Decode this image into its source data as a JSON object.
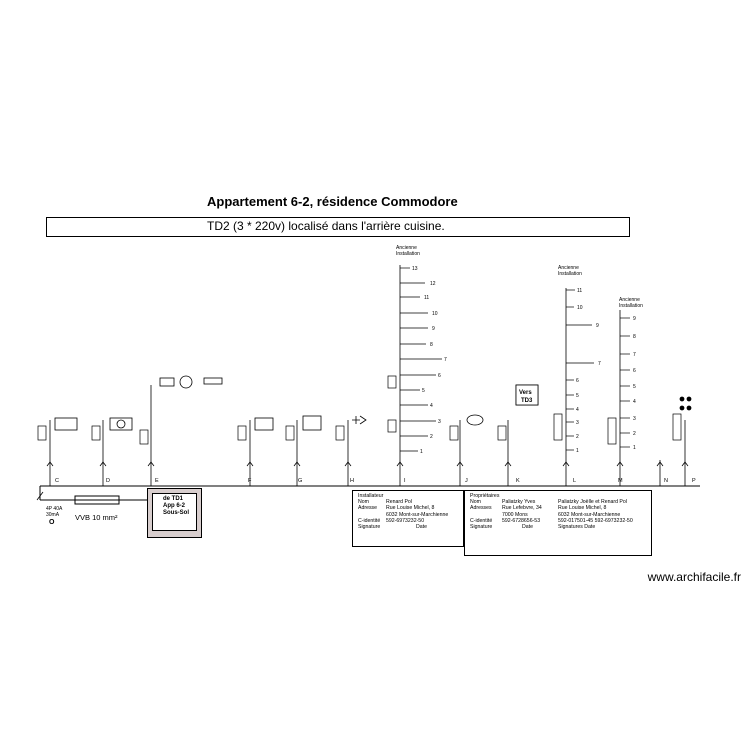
{
  "title": "Appartement 6-2, résidence Commodore",
  "subtitle": "TD2  (3 * 220v) localisé dans l'arrière cuisine.",
  "watermark": "www.archifacile.fr",
  "main_breaker": {
    "line1": "4P 40A",
    "line2": "30mA",
    "letter": "O"
  },
  "cable_label": "VVB 10 mm²",
  "source_box": {
    "line1": "de  TD1",
    "line2": "App 6-2",
    "line3": "Sous-Sol"
  },
  "old_installation_label_1": "Ancienne",
  "old_installation_label_2": "Installation",
  "vers_box": {
    "line1": "Vers",
    "line2": "TD3"
  },
  "circuits": [
    {
      "letter": "C"
    },
    {
      "letter": "D"
    },
    {
      "letter": "E"
    },
    {
      "letter": "F"
    },
    {
      "letter": "G"
    },
    {
      "letter": "H"
    },
    {
      "letter": "I"
    },
    {
      "letter": "J"
    },
    {
      "letter": "K"
    },
    {
      "letter": "L"
    },
    {
      "letter": "M"
    },
    {
      "letter": "N"
    },
    {
      "letter": "P"
    }
  ],
  "column_I_numbers": [
    "13",
    "12",
    "11",
    "10",
    "9",
    "8",
    "7",
    "6",
    "5",
    "4",
    "3",
    "2",
    "1"
  ],
  "column_L_numbers": [
    "11",
    "10",
    "9",
    "7",
    "6",
    "5",
    "4",
    "3",
    "2",
    "1"
  ],
  "column_M_numbers": [
    "9",
    "8",
    "7",
    "6",
    "5",
    "4",
    "3",
    "2",
    "1"
  ],
  "installer": {
    "heading": "Installateur",
    "rows": [
      {
        "label": "Nom",
        "value": "Renard Pol"
      },
      {
        "label": "Adresse",
        "value": "Rue Louise Michel, 8"
      },
      {
        "label": "",
        "value": "6032 Mont-sur-Marchienne"
      },
      {
        "label": "C-identité",
        "value": "592-6973232-50"
      },
      {
        "label": "Signature",
        "value": "Date"
      }
    ]
  },
  "owners": {
    "heading": "Propriétaires",
    "rows": [
      {
        "label": "Nom",
        "value1": "Paliatzky Yves",
        "value2": "Paliatzky Joëlle et Renard Pol"
      },
      {
        "label": "Adresses",
        "value1": "Rue Lefebvre, 34",
        "value2": "Rue Louise Michel, 8"
      },
      {
        "label": "",
        "value1": "7000 Mons",
        "value2": "6032 Mont-sur-Marchienne"
      },
      {
        "label": "C-identité",
        "value1": "592-6728656-53",
        "value2": "592-017501-45     592-6973232-50"
      },
      {
        "label": "Signature",
        "value1": "Date",
        "value2": "Signatures                Date"
      }
    ]
  }
}
